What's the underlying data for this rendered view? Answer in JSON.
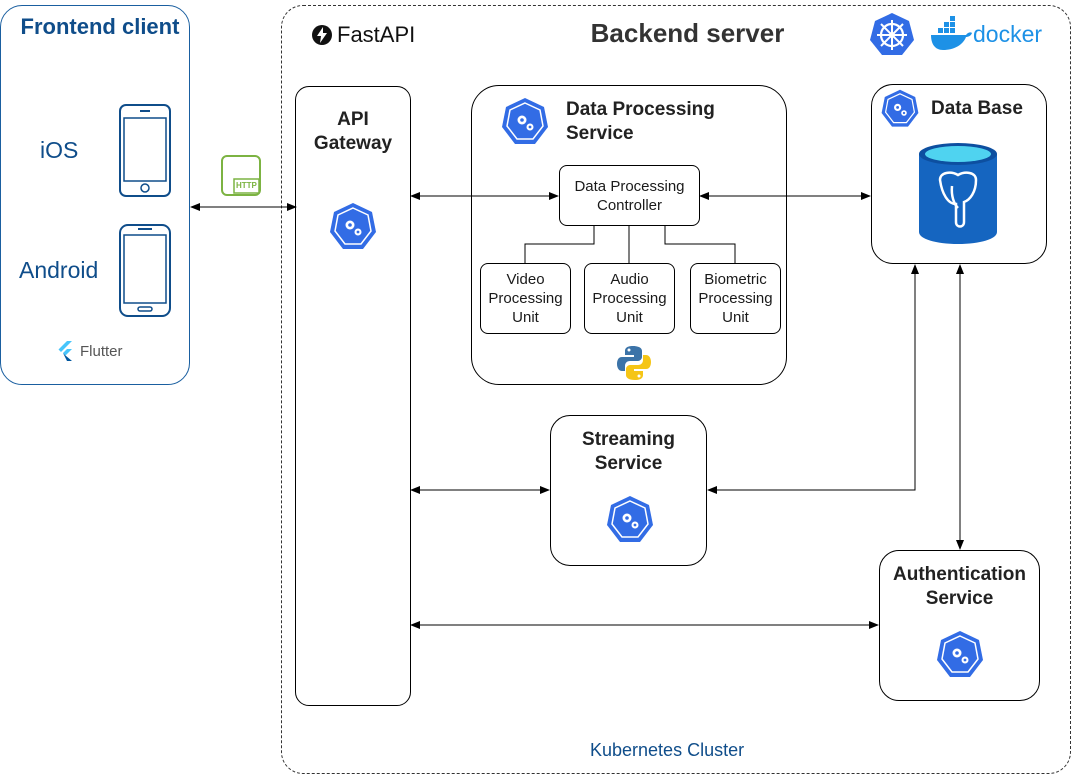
{
  "frontend": {
    "title": "Frontend client",
    "ios_label": "iOS",
    "android_label": "Android",
    "flutter_label": "Flutter",
    "http_label": "HTTP"
  },
  "backend": {
    "title": "Backend server",
    "fastapi_label": "FastAPI",
    "docker_label": "docker",
    "cluster_label": "Kubernetes Cluster"
  },
  "services": {
    "api_gateway": "API Gateway",
    "data_processing": "Data Processing Service",
    "controller": "Data Processing Controller",
    "video_unit": "Video Processing Unit",
    "audio_unit": "Audio Processing Unit",
    "biometric_unit": "Biometric Processing Unit",
    "database": "Data Base",
    "streaming": "Streaming Service",
    "auth": "Authentication Service"
  },
  "colors": {
    "k8s_blue": "#326ce5",
    "frontend_blue": "#0f4d8a",
    "http_green": "#7cb342",
    "postgres_blue": "#1565c0"
  }
}
